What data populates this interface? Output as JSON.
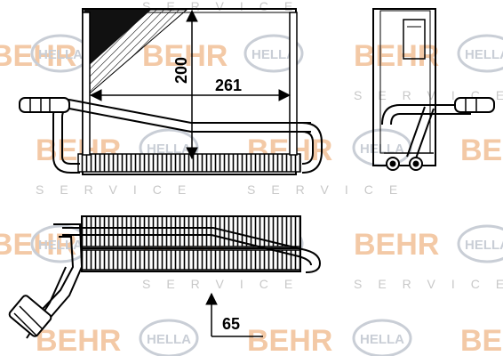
{
  "watermarks": {
    "behr": "BEHR",
    "hella": "HELLA",
    "service": "SERVICE"
  },
  "dimensions": {
    "height": "200",
    "width": "261",
    "depth": "65"
  },
  "colors": {
    "line": "#000000",
    "behr_watermark": "#f3c9a6",
    "hella_watermark": "#c9ced6",
    "service_watermark": "#c8c8c8"
  }
}
